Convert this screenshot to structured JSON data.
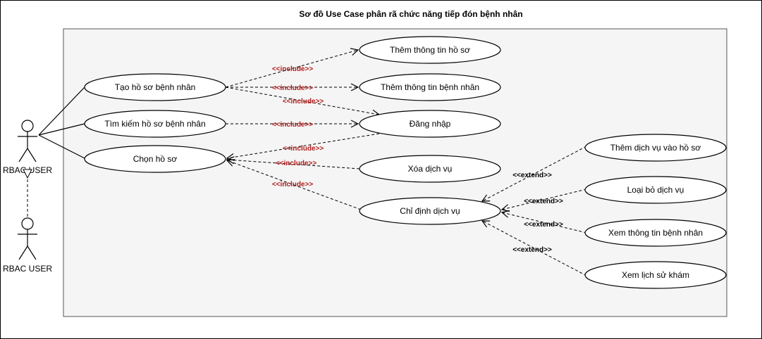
{
  "diagram": {
    "title": "Sơ đồ Use Case phân rã chức năng tiếp đón bệnh nhân",
    "actors": [
      {
        "id": "actor1",
        "label": "RBAC USER"
      },
      {
        "id": "actor2",
        "label": "RBAC USER"
      }
    ],
    "usecases": {
      "tao_ho_so": "Tạo hồ sơ bệnh nhân",
      "tim_kiem": "Tìm kiếm hồ sơ bệnh nhân",
      "chon_ho_so": "Chọn hồ sơ",
      "them_tt_ho_so": "Thêm thông tin hồ sơ",
      "them_tt_benh_nhan": "Thêm thông tin bệnh nhân",
      "dang_nhap": "Đăng nhập",
      "xoa_dich_vu": "Xóa dịch vụ",
      "chi_dinh_dich_vu": "Chỉ định dịch vụ",
      "them_dv_vao_ho_so": "Thêm dịch vụ vào hồ sơ",
      "loai_bo_dich_vu": "Loại bỏ dịch vụ",
      "xem_tt_benh_nhan": "Xem thông tin bệnh nhân",
      "xem_lich_su_kham": "Xem lịch sử khám"
    },
    "relations": {
      "include": "<<include>>",
      "extend": "<<extend>>"
    },
    "colors": {
      "include_label": "#b01c1c",
      "extend_label": "#000000",
      "system_fill": "#f5f5f5",
      "stroke": "#000000"
    }
  }
}
